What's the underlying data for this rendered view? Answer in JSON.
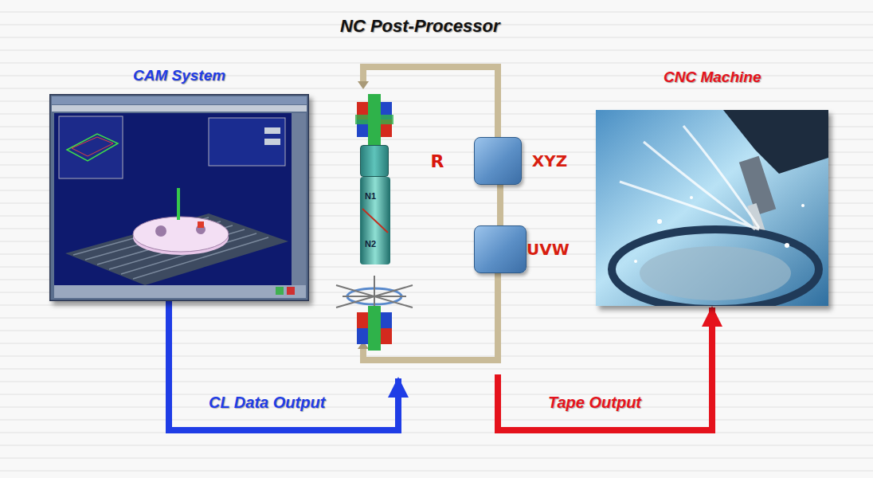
{
  "diagram": {
    "nodes": [
      {
        "text": [
          "CAM System"
        ]
      },
      {
        "text": [
          "NC Post-Processor"
        ]
      },
      {
        "text": [
          "R"
        ],
        "in": 1
      },
      {
        "text": [
          "XYZ"
        ],
        "in": 1
      },
      {
        "text": [
          "UVW"
        ],
        "in": 1
      },
      {
        "text": [
          "CNC Machine"
        ]
      }
    ],
    "edges": [
      {
        "from": 0,
        "to": 1,
        "label": "CL Data Output",
        "arrow": "to"
      },
      {
        "from": 1,
        "to": 5,
        "label": "Tape Output",
        "arrow": "to"
      },
      {
        "from": 4,
        "to": 3,
        "arrow": "none"
      }
    ],
    "labels": [
      "N1",
      "N2"
    ]
  }
}
